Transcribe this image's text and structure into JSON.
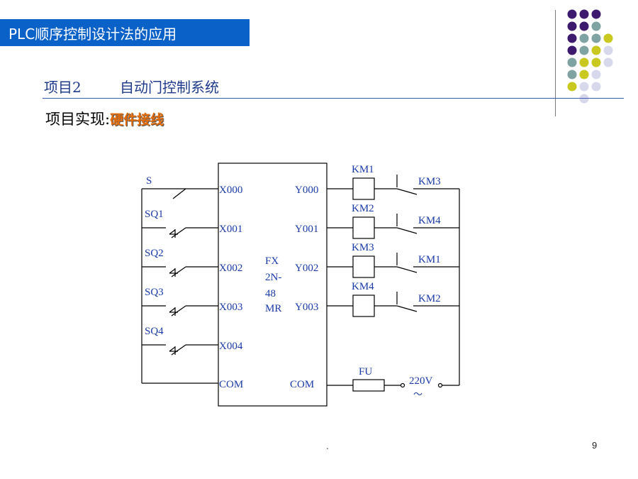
{
  "header": {
    "banner_title": "PLC顺序控制设计法的应用",
    "subtitle_project": "项目2",
    "subtitle_name": "自动门控制系统",
    "impl_label": "项目实现:",
    "impl_highlight": "硬件接线",
    "banner_color": "#0a62c8"
  },
  "diagram": {
    "input_switches": [
      "S",
      "SQ1",
      "SQ2",
      "SQ3",
      "SQ4"
    ],
    "plc_inputs": [
      "X000",
      "X001",
      "X002",
      "X003",
      "X004"
    ],
    "plc_outputs": [
      "Y000",
      "Y001",
      "Y002",
      "Y003"
    ],
    "plc_model": [
      "FX",
      "2N-",
      "48",
      "MR"
    ],
    "com_left": "COM",
    "com_right": "COM",
    "coils": [
      "KM1",
      "KM2",
      "KM3",
      "KM4"
    ],
    "interlocks": [
      "KM3",
      "KM4",
      "KM1",
      "KM2"
    ],
    "fuse": "FU",
    "supply": "220V",
    "ac_symbol": "～",
    "line_color": "#000000",
    "text_color": "#1a3aa8"
  },
  "dots_colors": [
    "#3d1a6e",
    "#7fa3a3",
    "#c8c81e",
    "#d8d8ec"
  ],
  "footer": {
    "dot": ".",
    "page_number": "9"
  }
}
